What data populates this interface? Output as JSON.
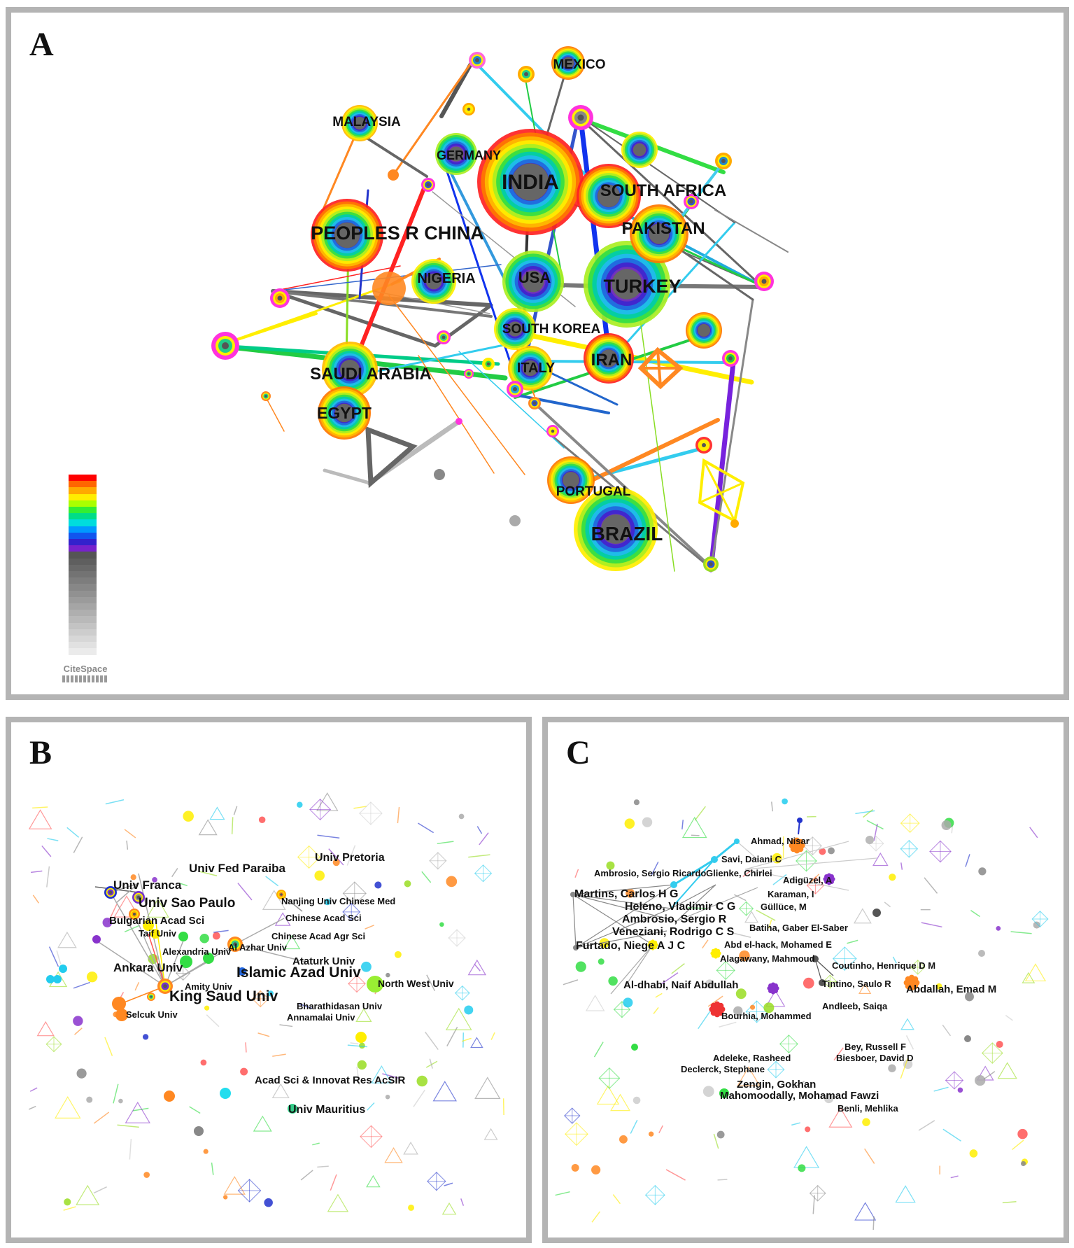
{
  "panels": {
    "a": {
      "letter": "A",
      "countries": [
        {
          "label": "INDIA"
        },
        {
          "label": "PEOPLES R CHINA"
        },
        {
          "label": "TURKEY"
        },
        {
          "label": "SOUTH AFRICA"
        },
        {
          "label": "PAKISTAN"
        },
        {
          "label": "BRAZIL"
        },
        {
          "label": "USA"
        },
        {
          "label": "NIGERIA"
        },
        {
          "label": "SAUDI ARABIA"
        },
        {
          "label": "EGYPT"
        },
        {
          "label": "IRAN"
        },
        {
          "label": "ITALY"
        },
        {
          "label": "SOUTH KOREA"
        },
        {
          "label": "GERMANY"
        },
        {
          "label": "MALAYSIA"
        },
        {
          "label": "MEXICO"
        },
        {
          "label": "PORTUGAL"
        }
      ],
      "legend": {
        "colors": [
          "#ff0000",
          "#ff6600",
          "#ffaa00",
          "#ffee00",
          "#aaff00",
          "#33ee33",
          "#00dd88",
          "#00dddd",
          "#0099ff",
          "#1155ee",
          "#3322cc",
          "#7722cc",
          "#555555",
          "#5f5f5f",
          "#696969",
          "#737373",
          "#7d7d7d",
          "#878787",
          "#919191",
          "#9b9b9b",
          "#a5a5a5",
          "#afafaf",
          "#b9b9b9",
          "#c3c3c3",
          "#cdcdcd",
          "#d7d7d7",
          "#e1e1e1",
          "#ebebeb"
        ]
      },
      "logo_text": "CiteSpace"
    },
    "b": {
      "letter": "B",
      "institutions": [
        {
          "label": "Univ Pretoria"
        },
        {
          "label": "Univ Fed Paraiba"
        },
        {
          "label": "Univ Franca"
        },
        {
          "label": "Univ Sao Paulo"
        },
        {
          "label": "Bulgarian Acad Sci"
        },
        {
          "label": "Taif Univ"
        },
        {
          "label": "Nanjing Univ Chinese Med"
        },
        {
          "label": "Chinese Acad Sci"
        },
        {
          "label": "Chinese Acad Agr Sci"
        },
        {
          "label": "Alexandria Univ"
        },
        {
          "label": "Al Azhar Univ"
        },
        {
          "label": "Ataturk Univ"
        },
        {
          "label": "Islamic Azad Univ"
        },
        {
          "label": "Ankara Univ"
        },
        {
          "label": "Amity Univ"
        },
        {
          "label": "King Saud Univ"
        },
        {
          "label": "Selcuk Univ"
        },
        {
          "label": "North West Univ"
        },
        {
          "label": "Bharathidasan Univ"
        },
        {
          "label": "Annamalai Univ"
        },
        {
          "label": "Acad Sci & Innovat Res AcSIR"
        },
        {
          "label": "Univ Mauritius"
        }
      ]
    },
    "c": {
      "letter": "C",
      "authors": [
        {
          "label": "Ahmad, Nisar"
        },
        {
          "label": "Savi, Daiani C"
        },
        {
          "label": "Ambrosio, Sergio Ricardo"
        },
        {
          "label": "Glienke, Chirlei"
        },
        {
          "label": "Adigüzel, A"
        },
        {
          "label": "Martins, Carlos H G"
        },
        {
          "label": "Karaman, I"
        },
        {
          "label": "Heleno, Vladimir C G"
        },
        {
          "label": "Güllüce, M"
        },
        {
          "label": "Ambrosio, Sergio R"
        },
        {
          "label": "Veneziani, Rodrigo C S"
        },
        {
          "label": "Batiha, Gaber El-Saber"
        },
        {
          "label": "Furtado, Niege A J C"
        },
        {
          "label": "Abd el-hack, Mohamed E"
        },
        {
          "label": "Alagawany, Mahmoud"
        },
        {
          "label": "Coutinho, Henrique D M"
        },
        {
          "label": "Al-dhabi, Naif Abdullah"
        },
        {
          "label": "Tintino, Saulo R"
        },
        {
          "label": "Abdallah, Emad M"
        },
        {
          "label": "Andleeb, Saiqa"
        },
        {
          "label": "Bourhia, Mohammed"
        },
        {
          "label": "Bey, Russell F"
        },
        {
          "label": "Biesboer, David D"
        },
        {
          "label": "Adeleke, Rasheed"
        },
        {
          "label": "Declerck, Stephane"
        },
        {
          "label": "Zengin, Gokhan"
        },
        {
          "label": "Mahomoodally, Mohamad Fawzi"
        },
        {
          "label": "Benli, Mehlika"
        }
      ]
    }
  }
}
